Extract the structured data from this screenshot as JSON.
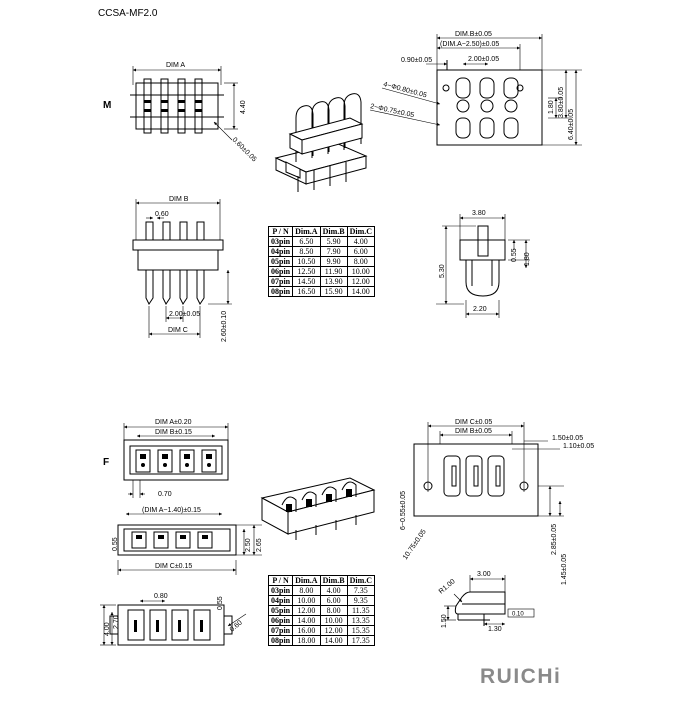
{
  "title": "CCSA-MF2.0",
  "brand": "RUICHi",
  "section_labels": {
    "m": "M",
    "f": "F"
  },
  "m": {
    "top": {
      "dim_a": "DIM A",
      "h440": "4.40",
      "pin_dia": "0.60±0.05"
    },
    "right": {
      "dim_b": "DIM.B±0.05",
      "dim_a_minus": "(DIM.A−2.50)±0.05",
      "pitch": "2.00±0.05",
      "offset": "0.90±0.05",
      "hole_a": "4−Φ0.80±0.05",
      "hole_b": "2−Φ0.75±0.05",
      "v180": "1.80",
      "v380": "3.80±0.05",
      "v640": "6.40±0.05"
    },
    "front": {
      "dim_b": "DIM B",
      "w060": "0.60",
      "pitch": "2.00±0.05",
      "dim_c": "DIM C",
      "v260": "2.60±0.10"
    },
    "side": {
      "w380": "3.80",
      "h530": "5.30",
      "h055": "0.55",
      "h180": "1.80",
      "w220": "2.20"
    },
    "table": {
      "headers": [
        "P / N",
        "Dim.A",
        "Dim.B",
        "Dim.C"
      ],
      "rows": [
        [
          "03pin",
          "6.50",
          "5.90",
          "4.00"
        ],
        [
          "04pin",
          "8.50",
          "7.90",
          "6.00"
        ],
        [
          "05pin",
          "10.50",
          "9.90",
          "8.00"
        ],
        [
          "06pin",
          "12.50",
          "11.90",
          "10.00"
        ],
        [
          "07pin",
          "14.50",
          "13.90",
          "12.00"
        ],
        [
          "08pin",
          "16.50",
          "15.90",
          "14.00"
        ]
      ]
    }
  },
  "f": {
    "top": {
      "dim_a": "DIM A±0.20",
      "dim_b": "DIM B±0.15",
      "w070": "0.70"
    },
    "right": {
      "dim_c": "DIM C±0.05",
      "dim_b": "DIM B±0.05",
      "w150": "1.50±0.05",
      "w110": "1.10±0.05",
      "v6": "6−0.55±0.05",
      "v10": "10.75±0.05",
      "v285": "2.85±0.05",
      "v145": "1.45±0.05"
    },
    "front": {
      "dim_a": "(DIM A−1.40)±0.15",
      "h055": "0.55",
      "h250": "2.50",
      "h265": "2.65",
      "dim_c": "DIM C±0.15"
    },
    "bottom": {
      "w080": "0.80",
      "h055": "0.55",
      "h400": "4.00",
      "h270": "2.70",
      "r060": "0.60"
    },
    "side": {
      "r100": "R1.00",
      "w300": "3.00",
      "h150": "1.50",
      "w130": "1.30",
      "flat": "0.10"
    },
    "table": {
      "headers": [
        "P / N",
        "Dim.A",
        "Dim.B",
        "Dim.C"
      ],
      "rows": [
        [
          "03pin",
          "8.00",
          "4.00",
          "7.35"
        ],
        [
          "04pin",
          "10.00",
          "6.00",
          "9.35"
        ],
        [
          "05pin",
          "12.00",
          "8.00",
          "11.35"
        ],
        [
          "06pin",
          "14.00",
          "10.00",
          "13.35"
        ],
        [
          "07pin",
          "16.00",
          "12.00",
          "15.35"
        ],
        [
          "08pin",
          "18.00",
          "14.00",
          "17.35"
        ]
      ]
    }
  }
}
